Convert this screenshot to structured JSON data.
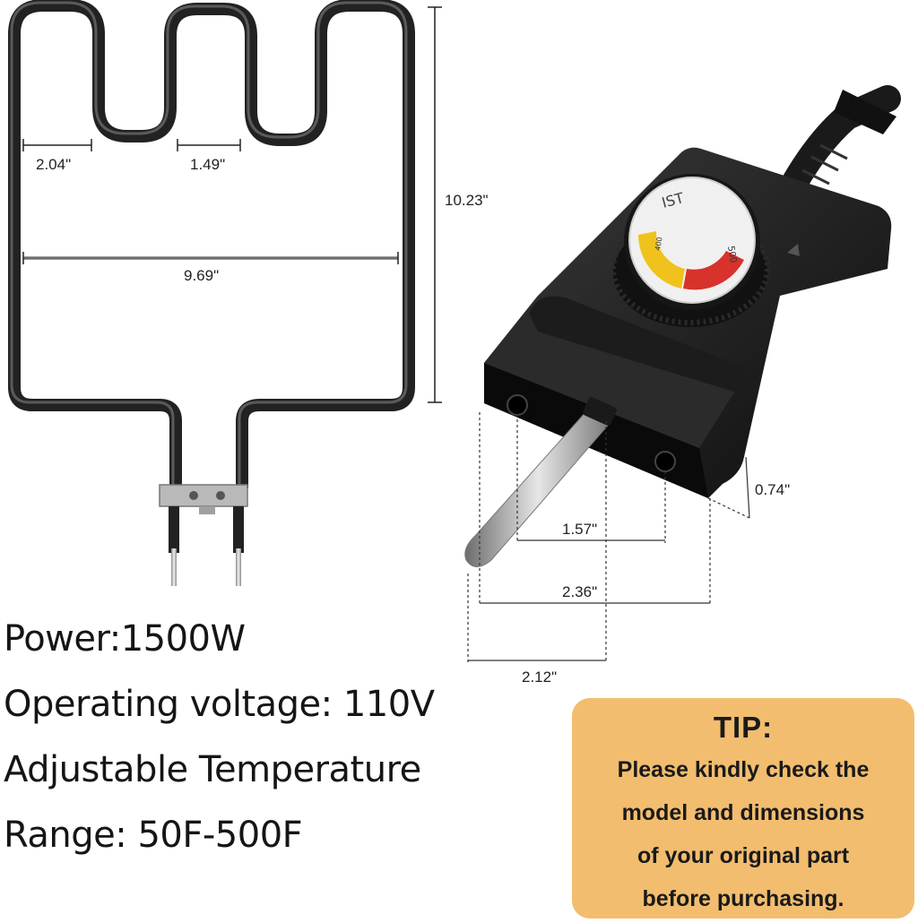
{
  "dimensions": {
    "loop_width_outer": "2.04\"",
    "loop_width_inner": "1.49\"",
    "element_width": "9.69\"",
    "element_height": "10.23\"",
    "plug_depth": "0.74\"",
    "hole_spacing": "1.57\"",
    "plug_width": "2.36\"",
    "probe_offset": "2.12\""
  },
  "specs": {
    "power": "Power:1500W",
    "voltage": "Operating voltage: 110V",
    "temperature": "Adjustable Temperature",
    "range": "Range: 50F-500F"
  },
  "tip": {
    "title": "TIP:",
    "line1": "Please kindly check the",
    "line2": "model and dimensions",
    "line3": "of your original part",
    "line4": "before purchasing."
  },
  "colors": {
    "element": "#222222",
    "tip_background": "#f2bd6e",
    "dial_red": "#d8322c",
    "dial_yellow": "#f0c21c"
  }
}
